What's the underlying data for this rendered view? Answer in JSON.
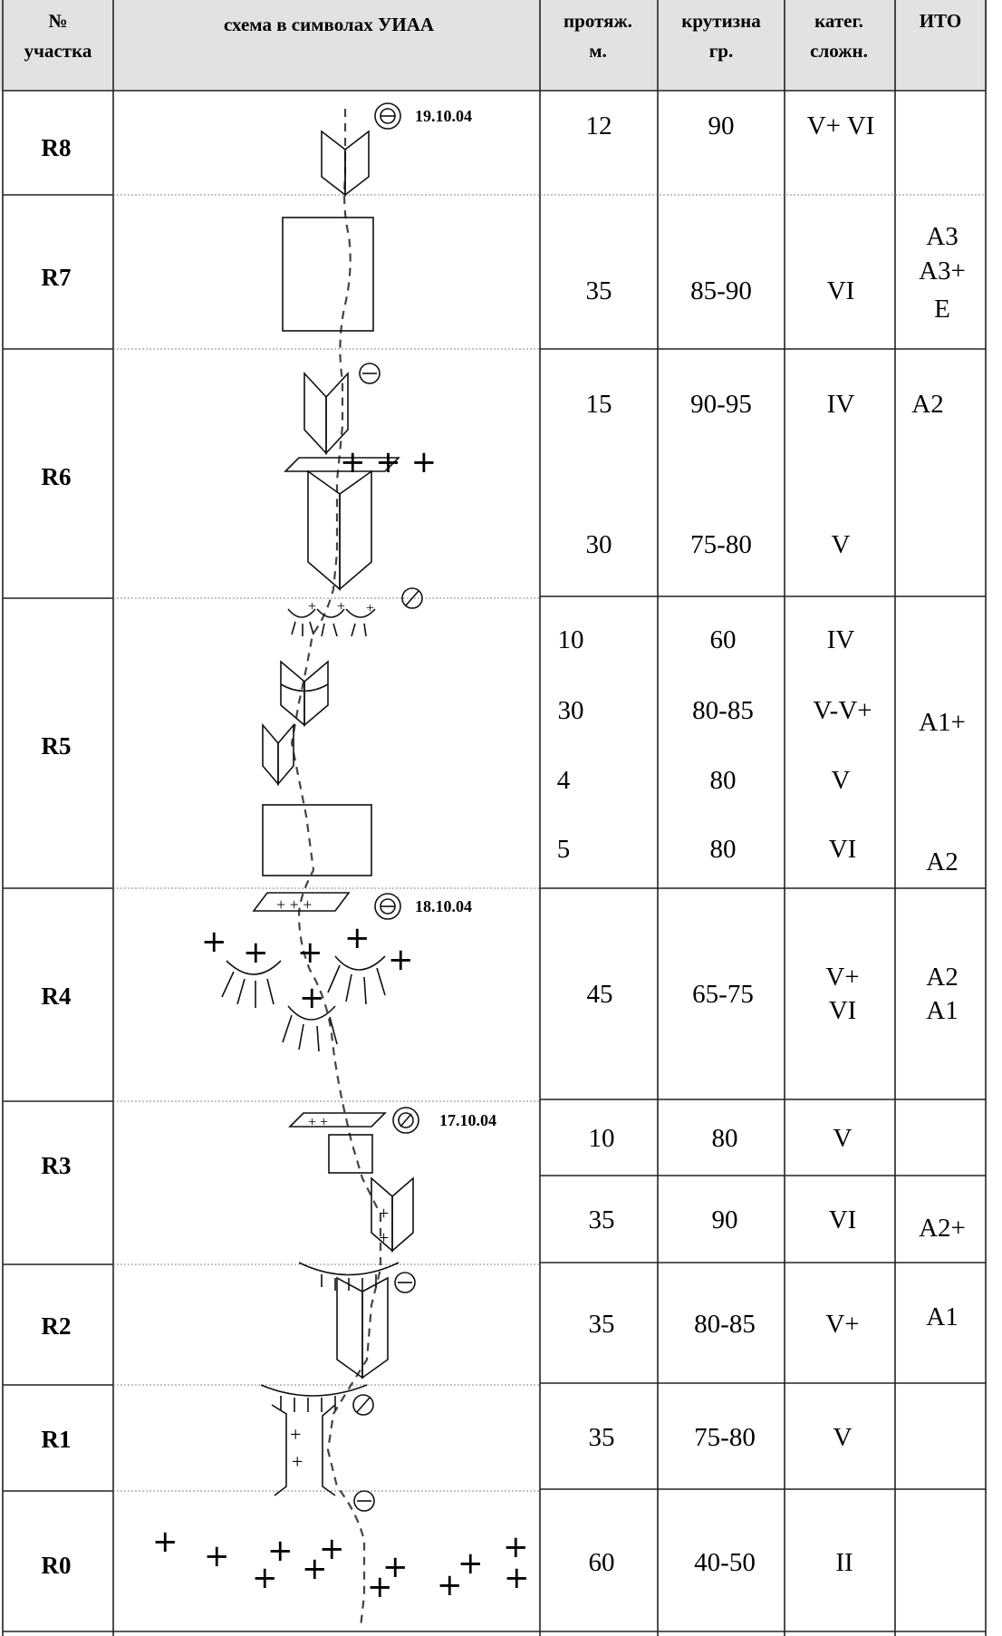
{
  "headers": {
    "no": "№ участка",
    "scheme": "схема в символах УИАА",
    "length": "протяж. м.",
    "steepness": "крутизна гр.",
    "category": "катег. сложн.",
    "ito": "ИТО"
  },
  "sections": [
    "R8",
    "R7",
    "R6",
    "R5",
    "R4",
    "R3",
    "R2",
    "R1",
    "R0"
  ],
  "cells": {
    "r8": {
      "len": "12",
      "steep": "90",
      "cat": "V+ VI"
    },
    "r7": {
      "len": "35",
      "steep": "85-90",
      "cat": "VI",
      "ito1": "A3",
      "ito2": "A3+",
      "ito3": "E"
    },
    "r6a": {
      "len": "15",
      "steep": "90-95",
      "cat": "IV",
      "ito": "A2"
    },
    "r6b": {
      "len": "30",
      "steep": "75-80",
      "cat": "V"
    },
    "r5a": {
      "len": "10",
      "steep": "60",
      "cat": "IV"
    },
    "r5b": {
      "len": "30",
      "steep": "80-85",
      "cat": "V-V+",
      "ito": "A1+"
    },
    "r5c": {
      "len": "4",
      "steep": "80",
      "cat": "V"
    },
    "r5d": {
      "len": "5",
      "steep": "80",
      "cat": "VI",
      "ito": "A2"
    },
    "r4": {
      "len": "45",
      "steep": "65-75",
      "cat1": "V+",
      "cat2": "VI",
      "ito1": "A2",
      "ito2": "A1"
    },
    "r3a": {
      "len": "10",
      "steep": "80",
      "cat": "V"
    },
    "r3b": {
      "len": "35",
      "steep": "90",
      "cat": "VI",
      "ito": "A2+"
    },
    "r2": {
      "len": "35",
      "steep": "80-85",
      "cat": "V+",
      "ito": "A1"
    },
    "r1": {
      "len": "35",
      "steep": "75-80",
      "cat": "V"
    },
    "r0": {
      "len": "60",
      "steep": "40-50",
      "cat": "II"
    }
  },
  "dates": {
    "d1": "19.10.04",
    "d2": "18.10.04",
    "d3": "17.10.04"
  },
  "icons": {
    "bivouac_sitting": "minus-in-circle-icon",
    "bivouac_lying": "slash-in-circle-icon"
  }
}
